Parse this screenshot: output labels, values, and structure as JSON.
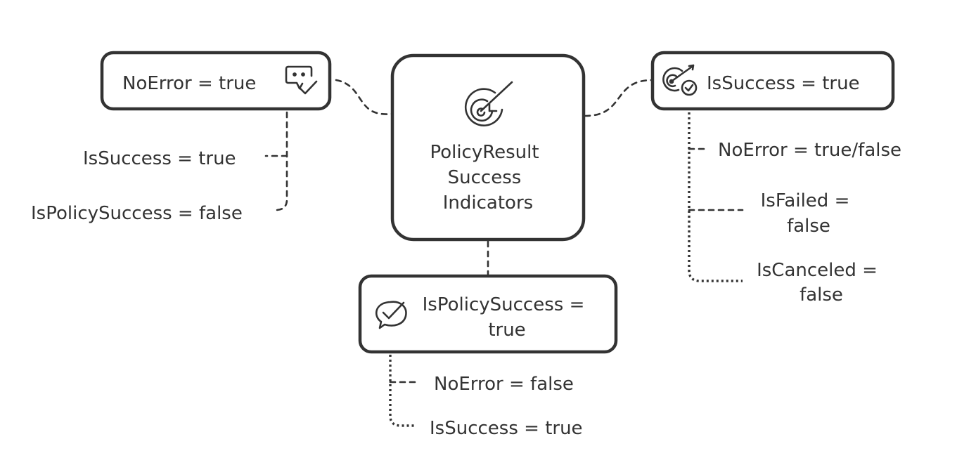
{
  "diagram": {
    "center": {
      "line1": "PolicyResult",
      "line2": "Success",
      "line3": "Indicators",
      "icon": "target-arrow-icon"
    },
    "noerror_node": {
      "label": "NoError = true",
      "icon": "message-check-icon",
      "children": [
        "IsSuccess = true",
        "IsPolicySuccess = false"
      ]
    },
    "issuccess_node": {
      "label": "IsSuccess = true",
      "icon": "target-check-icon",
      "children": {
        "noerror": "NoError = true/false",
        "isfailed_line1": "IsFailed =",
        "isfailed_line2": "false",
        "iscanceled_line1": "IsCanceled =",
        "iscanceled_line2": "false"
      }
    },
    "ispolicysuccess_node": {
      "label_line1": "IsPolicySuccess =",
      "label_line2": "true",
      "icon": "chat-check-icon",
      "children": [
        "NoError = false",
        "IsSuccess = true"
      ]
    },
    "colors": {
      "stroke": "#333333",
      "background": "#ffffff"
    }
  }
}
